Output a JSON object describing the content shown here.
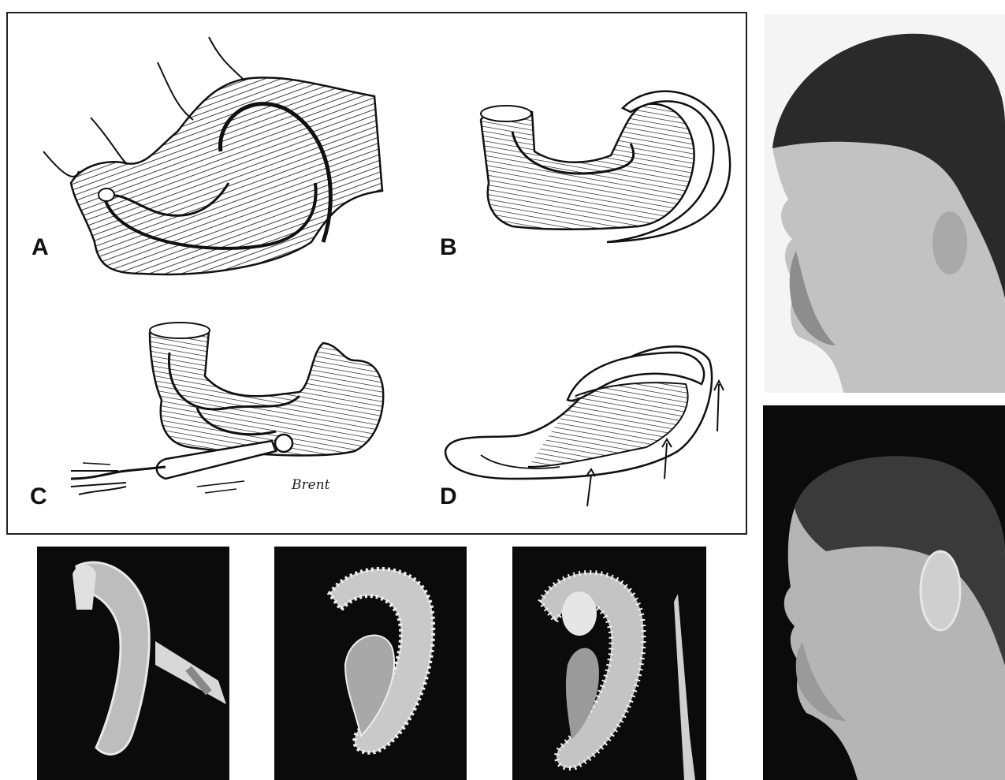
{
  "figure": {
    "panels": [
      {
        "key": "A",
        "label": "A"
      },
      {
        "key": "B",
        "label": "B"
      },
      {
        "key": "C",
        "label": "C"
      },
      {
        "key": "D",
        "label": "D"
      }
    ],
    "signature": "Brent"
  },
  "photos": {
    "bottom": [
      {
        "key": "carved-helix"
      },
      {
        "key": "assembled-framework"
      },
      {
        "key": "finished-framework"
      }
    ],
    "right": [
      {
        "key": "profile-upper"
      },
      {
        "key": "profile-lower"
      }
    ]
  },
  "colors": {
    "ink": "#111111",
    "paper": "#ffffff",
    "backdrop": "#0b0b0b"
  }
}
